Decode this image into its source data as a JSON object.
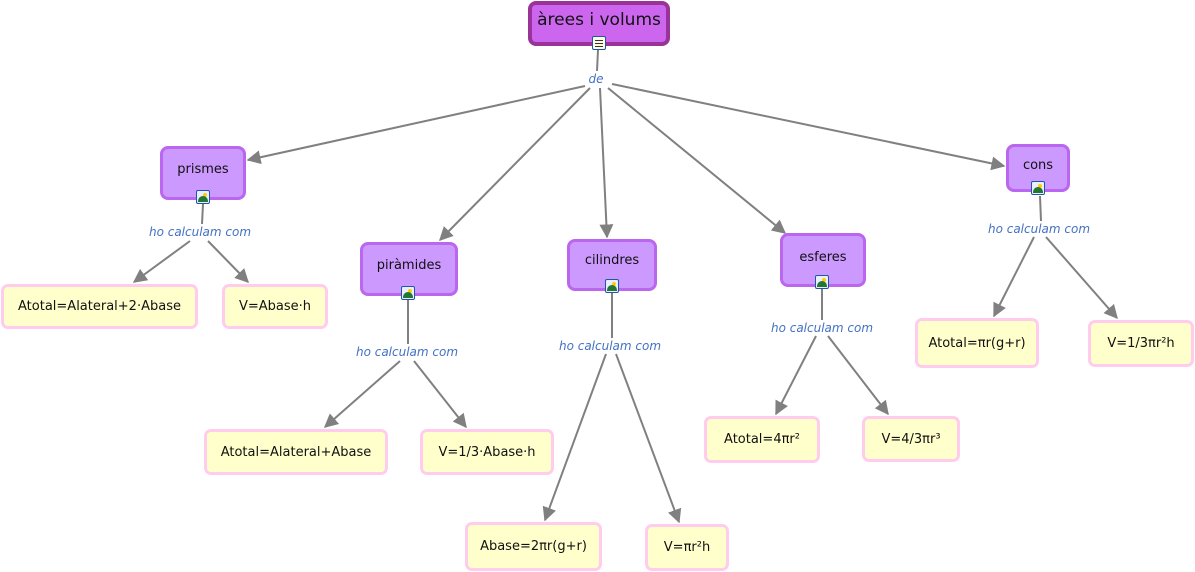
{
  "root": {
    "label": "àrees i volums",
    "icon": "document-icon"
  },
  "root_link": "de",
  "concepts": [
    {
      "id": "prismes",
      "label": "prismes",
      "icon": "image-icon",
      "link": "ho calculam com",
      "formulas": [
        "Atotal=Alateral+2·Abase",
        "V=Abase·h"
      ]
    },
    {
      "id": "piramides",
      "label": "piràmides",
      "icon": "image-icon",
      "link": "ho calculam com",
      "formulas": [
        "Atotal=Alateral+Abase",
        "V=1/3·Abase·h"
      ]
    },
    {
      "id": "cilindres",
      "label": "cilindres",
      "icon": "image-icon",
      "link": "ho calculam com",
      "formulas": [
        "Abase=2πr(g+r)",
        "V=πr²h"
      ]
    },
    {
      "id": "esferes",
      "label": "esferes",
      "icon": "image-icon",
      "link": "ho calculam com",
      "formulas": [
        "Atotal=4πr²",
        "V=4/3πr³"
      ]
    },
    {
      "id": "cons",
      "label": "cons",
      "icon": "image-icon",
      "link": "ho calculam com",
      "formulas": [
        "Atotal=πr(g+r)",
        "V=1/3πr²h"
      ]
    }
  ],
  "colors": {
    "root_fill": "#cc66ee",
    "concept_fill": "#cc99ff",
    "formula_fill": "#ffffcc",
    "link_text": "#4472c4",
    "edge": "#808080"
  }
}
